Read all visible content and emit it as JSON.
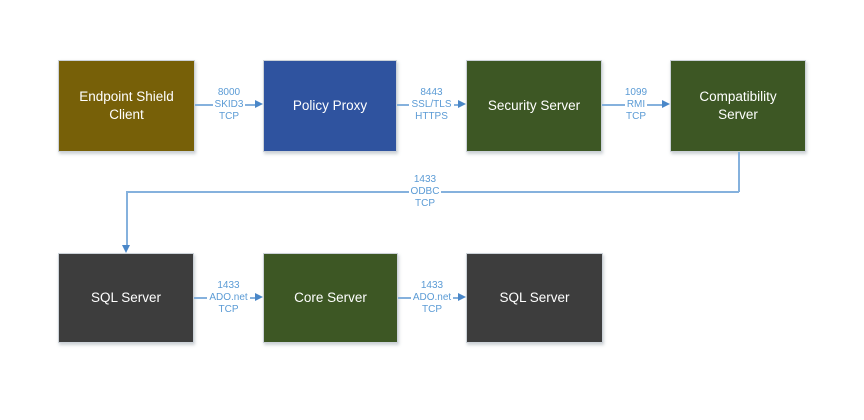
{
  "diagram": {
    "nodes": {
      "endpoint_shield_client": {
        "label": "Endpoint Shield Client"
      },
      "policy_proxy": {
        "label": "Policy Proxy"
      },
      "security_server": {
        "label": "Security Server"
      },
      "compatibility_server": {
        "label": "Compatibility Server"
      },
      "sql_server_1": {
        "label": "SQL Server"
      },
      "core_server": {
        "label": "Core Server"
      },
      "sql_server_2": {
        "label": "SQL Server"
      }
    },
    "connections": {
      "client_to_proxy": {
        "port": "8000",
        "protocol": "SKID3",
        "transport": "TCP"
      },
      "proxy_to_security": {
        "port": "8443",
        "protocol": "SSL/TLS",
        "transport": "HTTPS"
      },
      "security_to_compat": {
        "port": "1099",
        "protocol": "RMI",
        "transport": "TCP"
      },
      "compat_to_sql1": {
        "port": "1433",
        "protocol": "ODBC",
        "transport": "TCP"
      },
      "sql1_to_core": {
        "port": "1433",
        "protocol": "ADO.net",
        "transport": "TCP"
      },
      "core_to_sql2": {
        "port": "1433",
        "protocol": "ADO.net",
        "transport": "TCP"
      }
    },
    "colors": {
      "client_gold": "#776008",
      "proxy_blue": "#2F539F",
      "server_green": "#3D5724",
      "sql_gray": "#3D3D3D",
      "connector_line": "#85b1dd",
      "connector_arrowhead": "#4a87c8",
      "connector_text": "#5B9BD5"
    }
  }
}
